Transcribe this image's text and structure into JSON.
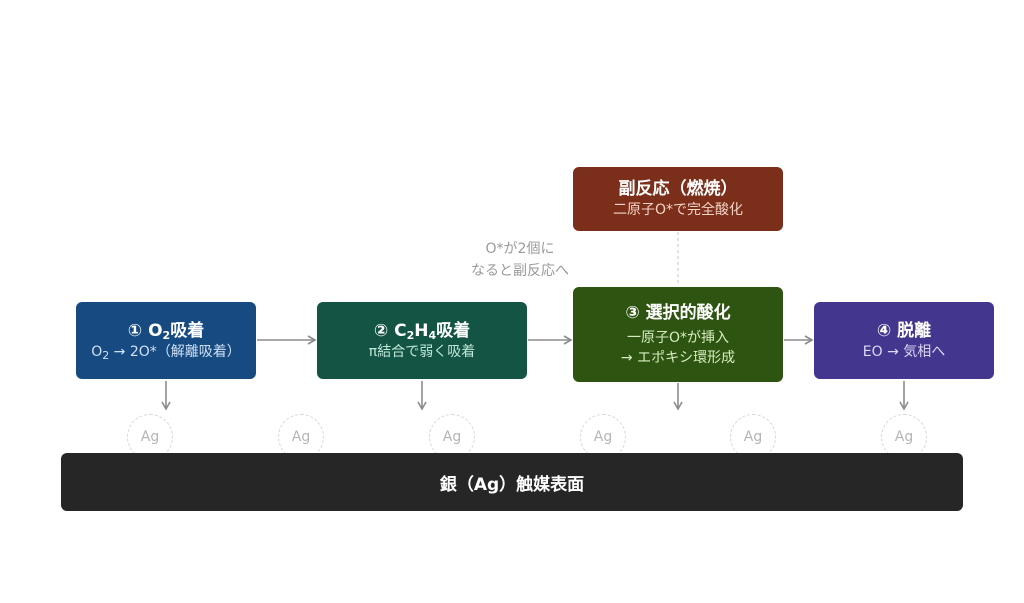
{
  "steps": [
    {
      "title_prefix": "① O",
      "title_sub": "2",
      "title_suffix": "吸着",
      "desc_prefix": "O",
      "desc_sub": "2",
      "desc_suffix": " → 2O*（解離吸着）",
      "color": "#164a80"
    },
    {
      "title_prefix": "② C",
      "title_sub1": "2",
      "title_mid": "H",
      "title_sub2": "4",
      "title_suffix": "吸着",
      "desc": "π結合で弱く吸着",
      "color": "#145445"
    },
    {
      "title": "③ 選択的酸化",
      "desc_line1": "一原子O*が挿入",
      "desc_line2": "→ エポキシ環形成",
      "color": "#2e5411"
    },
    {
      "title": "④ 脱離",
      "desc": "EO → 気相へ",
      "color": "#43368e"
    }
  ],
  "side_reaction": {
    "title": "副反応（燃焼）",
    "desc": "二原子O*で完全酸化",
    "color": "#7b2e1a"
  },
  "note": {
    "line1": "O*が2個に",
    "line2": "なると副反応へ"
  },
  "surface": {
    "label": "銀（Ag）触媒表面",
    "color": "#262626"
  },
  "atoms": [
    "Ag",
    "Ag",
    "Ag",
    "Ag",
    "Ag",
    "Ag"
  ]
}
